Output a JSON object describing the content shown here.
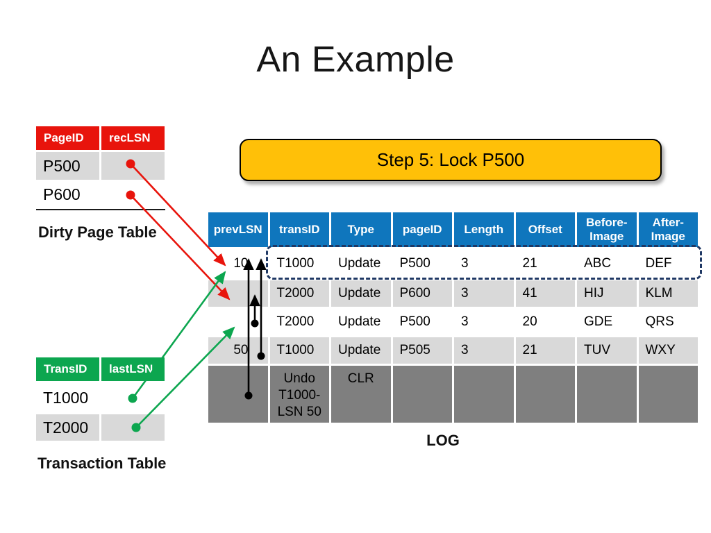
{
  "slide": {
    "title": "An Example",
    "callout": "Step 5: Lock P500",
    "log_label": "LOG"
  },
  "dirty_page_table": {
    "label": "Dirty Page Table",
    "headers": [
      "PageID",
      "recLSN"
    ],
    "rows": [
      {
        "page_id": "P500",
        "rec_lsn": ""
      },
      {
        "page_id": "P600",
        "rec_lsn": ""
      }
    ]
  },
  "transaction_table": {
    "label": "Transaction Table",
    "headers": [
      "TransID",
      "lastLSN"
    ],
    "rows": [
      {
        "trans_id": "T1000",
        "last_lsn": ""
      },
      {
        "trans_id": "T2000",
        "last_lsn": ""
      }
    ]
  },
  "log_table": {
    "headers": [
      "prevLSN",
      "transID",
      "Type",
      "pageID",
      "Length",
      "Offset",
      "Before-\nImage",
      "After-\nImage"
    ],
    "rows": [
      {
        "cells": [
          "10",
          "T1000",
          "Update",
          "P500",
          "3",
          "21",
          "ABC",
          "DEF"
        ],
        "highlighted": true
      },
      {
        "cells": [
          "",
          "T2000",
          "Update",
          "P600",
          "3",
          "41",
          "HIJ",
          "KLM"
        ],
        "highlighted": false
      },
      {
        "cells": [
          "",
          "T2000",
          "Update",
          "P500",
          "3",
          "20",
          "GDE",
          "QRS"
        ],
        "highlighted": false
      },
      {
        "cells": [
          "50",
          "T1000",
          "Update",
          "P505",
          "3",
          "21",
          "TUV",
          "WXY"
        ],
        "highlighted": false
      },
      {
        "cells": [
          "",
          "Undo\nT1000-\nLSN 50",
          "CLR",
          "",
          "",
          "",
          "",
          ""
        ],
        "highlighted": false
      }
    ]
  },
  "colors": {
    "dirty_header_red": "#E8140C",
    "transaction_header_green": "#0CA64F",
    "log_header_blue": "#0F76BD",
    "row_gray": "#D9D9D9",
    "row_dark_gray": "#7F7F7F",
    "callout_yellow": "#FFC008",
    "highlight_dashed_navy": "#1F3864",
    "arrow_red": "#E8140C",
    "arrow_green": "#0CA64F",
    "arrow_black": "#000000"
  }
}
